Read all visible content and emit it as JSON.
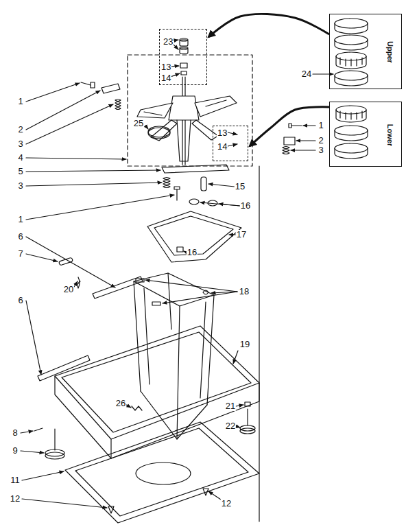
{
  "diagram": {
    "nodes": [
      {
        "text": [
          "23",
          "13",
          "14"
        ]
      },
      {
        "text": [
          "Upper"
        ]
      },
      {
        "text": [
          "13",
          "14"
        ]
      },
      {
        "text": [
          "Lower"
        ]
      }
    ],
    "edges": [
      {
        "from": 1,
        "to": 0,
        "arrow": "to"
      },
      {
        "from": 3,
        "to": 2,
        "arrow": "to"
      }
    ],
    "labels": [
      "1",
      "2",
      "3",
      "4",
      "5",
      "3",
      "1",
      "6",
      "7",
      "6",
      "20",
      "8",
      "9",
      "11",
      "12",
      "24",
      "1",
      "2",
      "3",
      "25",
      "15",
      "16",
      "17",
      "16",
      "18",
      "19",
      "26",
      "21",
      "22",
      "12"
    ]
  }
}
